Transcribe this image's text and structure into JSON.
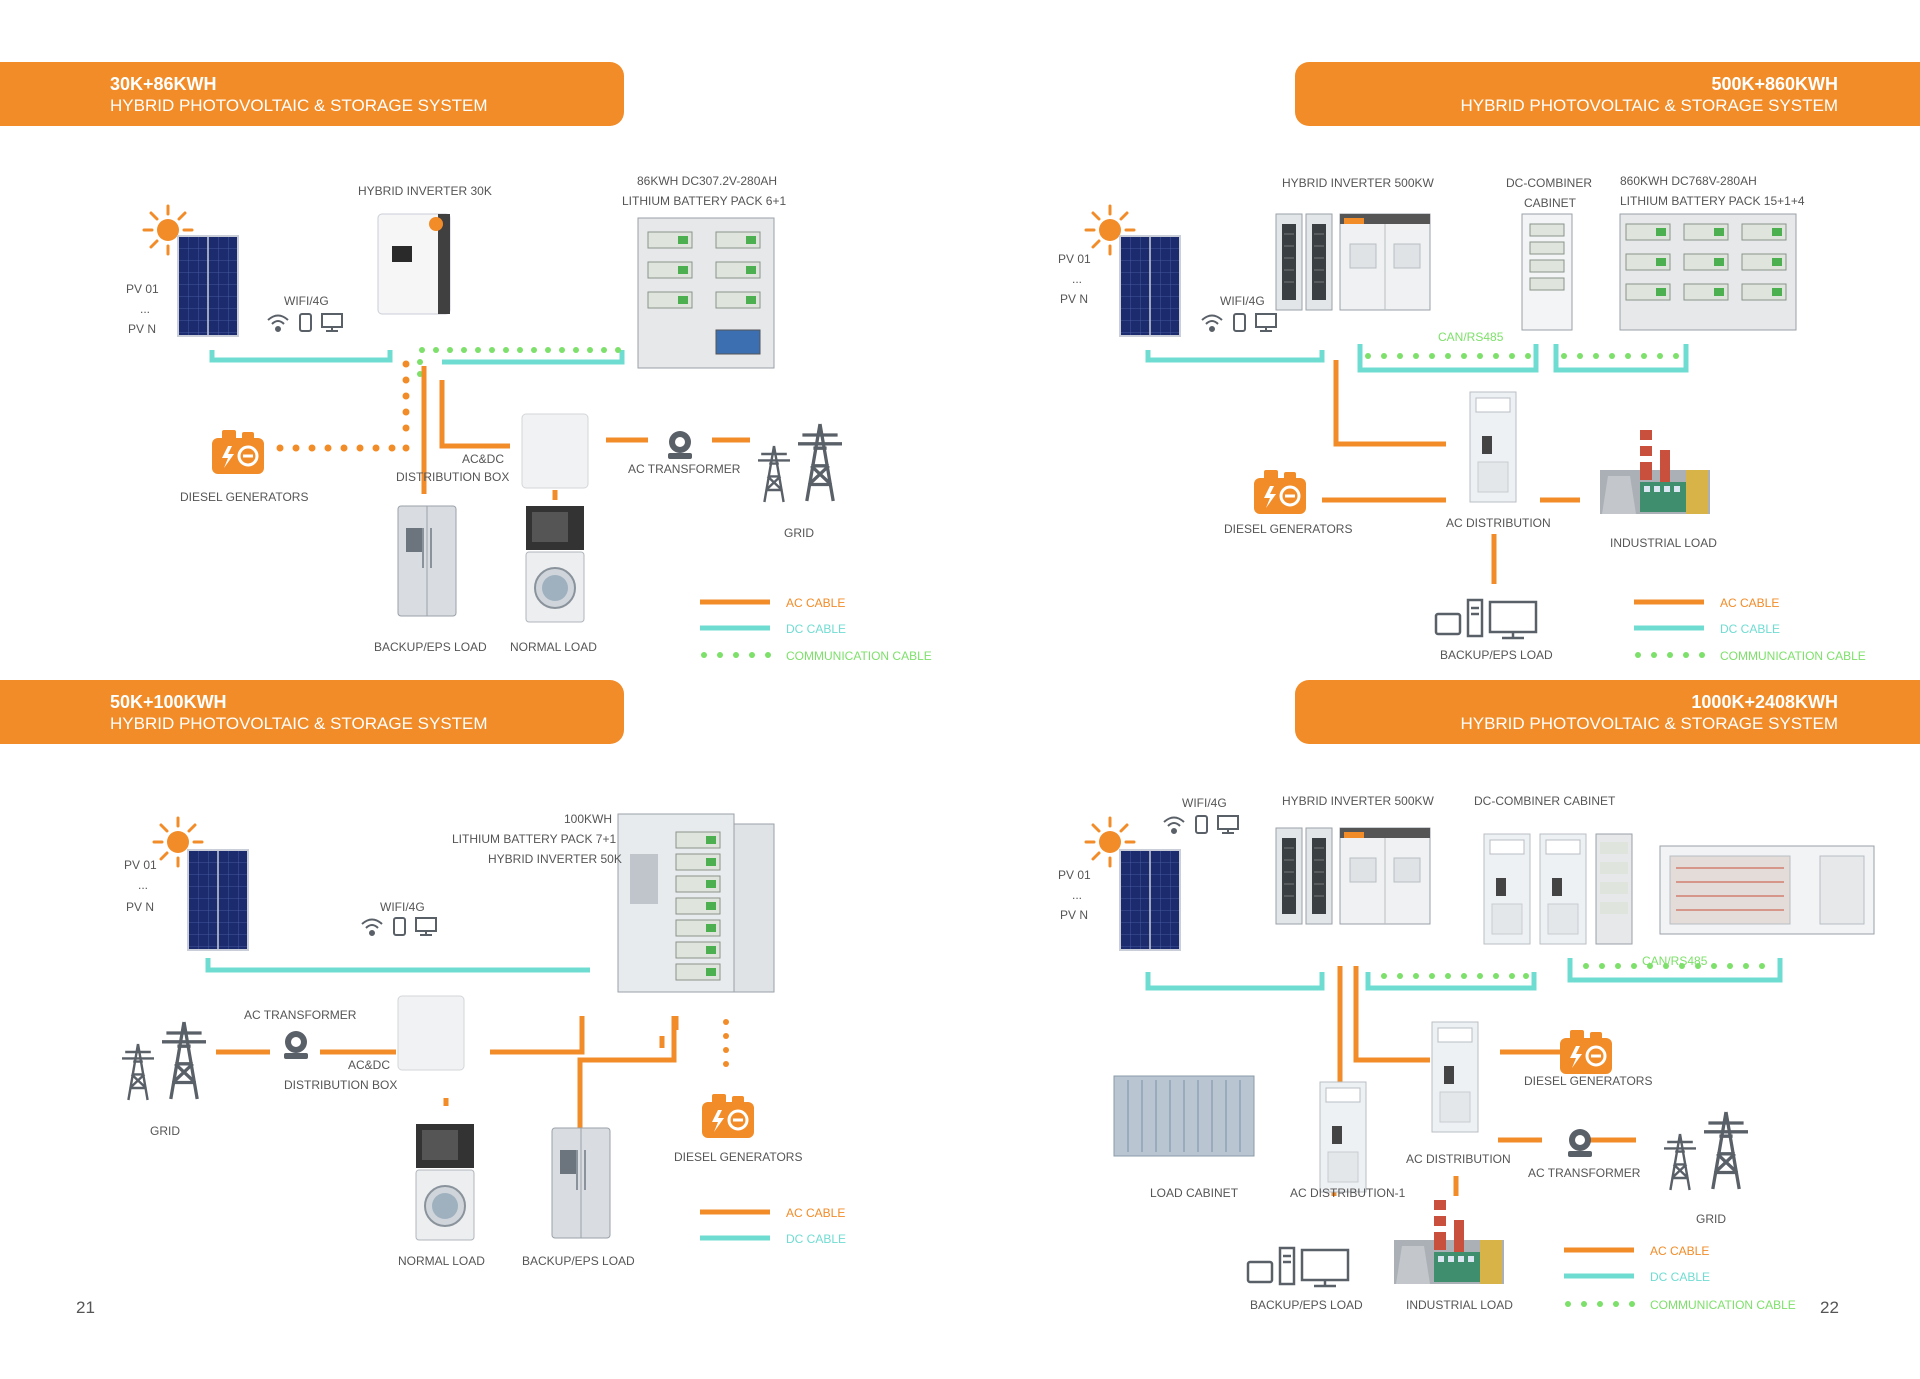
{
  "colors": {
    "accent": "#f28c28",
    "ac_cable": "#f28c28",
    "dc_cable": "#6fdcd2",
    "comm_cable": "#7de06a",
    "icon_gray": "#5a6068"
  },
  "panels": {
    "p1": {
      "title": "30K+86KWH",
      "subtitle": "HYBRID PHOTOVOLTAIC & STORAGE SYSTEM",
      "pv1": "PV  01",
      "pvdots": "...",
      "pvn": "PV  N",
      "wifi": "WIFI/4G",
      "inverter": "HYBRID INVERTER 30K",
      "battery1": "86KWH DC307.2V-280AH",
      "battery2": "LITHIUM BATTERY PACK 6+1",
      "diesel": "DIESEL GENERATORS",
      "acdc1": "AC&DC",
      "acdc2": "DISTRIBUTION BOX",
      "transformer": "AC TRANSFORMER",
      "grid": "GRID",
      "backup": "BACKUP/EPS LOAD",
      "normal": "NORMAL LOAD",
      "leg_ac": "AC CABLE",
      "leg_dc": "DC CABLE",
      "leg_comm": "COMMUNICATION CABLE"
    },
    "p2": {
      "title": "500K+860KWH",
      "subtitle": "HYBRID PHOTOVOLTAIC & STORAGE SYSTEM",
      "pv1": "PV  01",
      "pvdots": "...",
      "pvn": "PV  N",
      "wifi": "WIFI/4G",
      "inverter": "HYBRID INVERTER 500KW",
      "combiner1": "DC-COMBINER",
      "combiner2": "CABINET",
      "battery1": "860KWH DC768V-280AH",
      "battery2": "LITHIUM BATTERY PACK 15+1+4",
      "can": "CAN/RS485",
      "diesel": "DIESEL GENERATORS",
      "acdist": "AC DISTRIBUTION",
      "industrial": "INDUSTRIAL LOAD",
      "backup": "BACKUP/EPS LOAD",
      "leg_ac": "AC CABLE",
      "leg_dc": "DC CABLE",
      "leg_comm": "COMMUNICATION CABLE"
    },
    "p3": {
      "title": "50K+100KWH",
      "subtitle": "HYBRID PHOTOVOLTAIC & STORAGE SYSTEM",
      "pv1": "PV  01",
      "pvdots": "...",
      "pvn": "PV  N",
      "wifi": "WIFI/4G",
      "battery1": "100KWH",
      "battery2": "LITHIUM BATTERY PACK 7+1",
      "battery3": "HYBRID INVERTER 50K",
      "transformer": "AC TRANSFORMER",
      "acdc1": "AC&DC",
      "acdc2": "DISTRIBUTION BOX",
      "grid": "GRID",
      "diesel": "DIESEL GENERATORS",
      "normal": "NORMAL LOAD",
      "backup": "BACKUP/EPS LOAD",
      "leg_ac": "AC CABLE",
      "leg_dc": "DC CABLE"
    },
    "p4": {
      "title": "1000K+2408KWH",
      "subtitle": "HYBRID PHOTOVOLTAIC & STORAGE SYSTEM",
      "pv1": "PV  01",
      "pvdots": "...",
      "pvn": "PV  N",
      "wifi": "WIFI/4G",
      "inverter": "HYBRID INVERTER 500KW",
      "combiner": "DC-COMBINER CABINET",
      "can": "CAN/RS485",
      "diesel": "DIESEL GENERATORS",
      "loadcab": "LOAD CABINET",
      "acdist1": "AC DISTRIBUTION-1",
      "acdist": "AC DISTRIBUTION",
      "transformer": "AC TRANSFORMER",
      "grid": "GRID",
      "backup": "BACKUP/EPS LOAD",
      "industrial": "INDUSTRIAL LOAD",
      "leg_ac": "AC CABLE",
      "leg_dc": "DC CABLE",
      "leg_comm": "COMMUNICATION CABLE"
    }
  },
  "page_left": "21",
  "page_right": "22"
}
